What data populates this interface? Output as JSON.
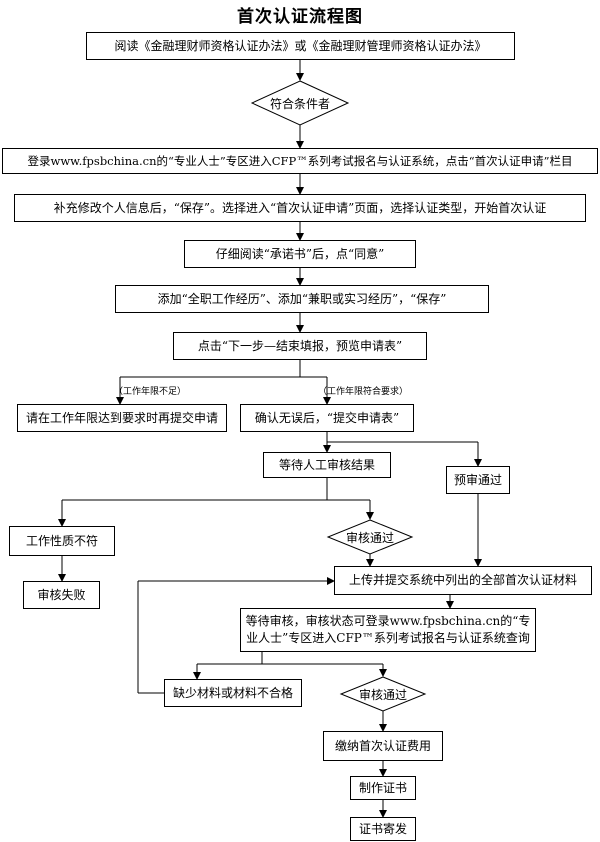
{
  "title": "首次认证流程图",
  "steps": {
    "read_rules": "阅读《金融理财师资格认证办法》或《金融理财管理师资格认证办法》",
    "eligible": "符合条件者",
    "login": "登录www.fpsbchina.cn的“专业人士”专区进入CFP™系列考试报名与认证系统，点击“首次认证申请”栏目",
    "fill_info": "补充修改个人信息后，“保存”。选择进入“首次认证申请”页面，选择认证类型，开始首次认证",
    "read_pledge": "仔细阅读“承诺书”后，点“同意”",
    "add_experience": "添加“全职工作经历”、添加“兼职或实习经历”，“保存”",
    "next_step": "点击“下一步—结束填报，预览申请表”",
    "note_insufficient": "（工作年限不足）",
    "note_sufficient": "（工作年限符合要求）",
    "wait_until_years": "请在工作年限达到要求时再提交申请",
    "confirm_submit": "确认无误后，“提交申请表”",
    "wait_review": "等待人工审核结果",
    "pre_review_pass": "预审通过",
    "work_nature_mismatch": "工作性质不符",
    "review_pass_1": "审核通过",
    "review_fail": "审核失败",
    "upload_materials": "上传并提交系统中列出的全部首次认证材料",
    "wait_audit": "等待审核，审核状态可登录www.fpsbchina.cn的“专业人士”专区进入CFP™系列考试报名与认证系统查询",
    "missing_materials": "缺少材料或材料不合格",
    "review_pass_2": "审核通过",
    "pay_fee": "缴纳首次认证费用",
    "make_certificate": "制作证书",
    "mail_certificate": "证书寄发"
  }
}
